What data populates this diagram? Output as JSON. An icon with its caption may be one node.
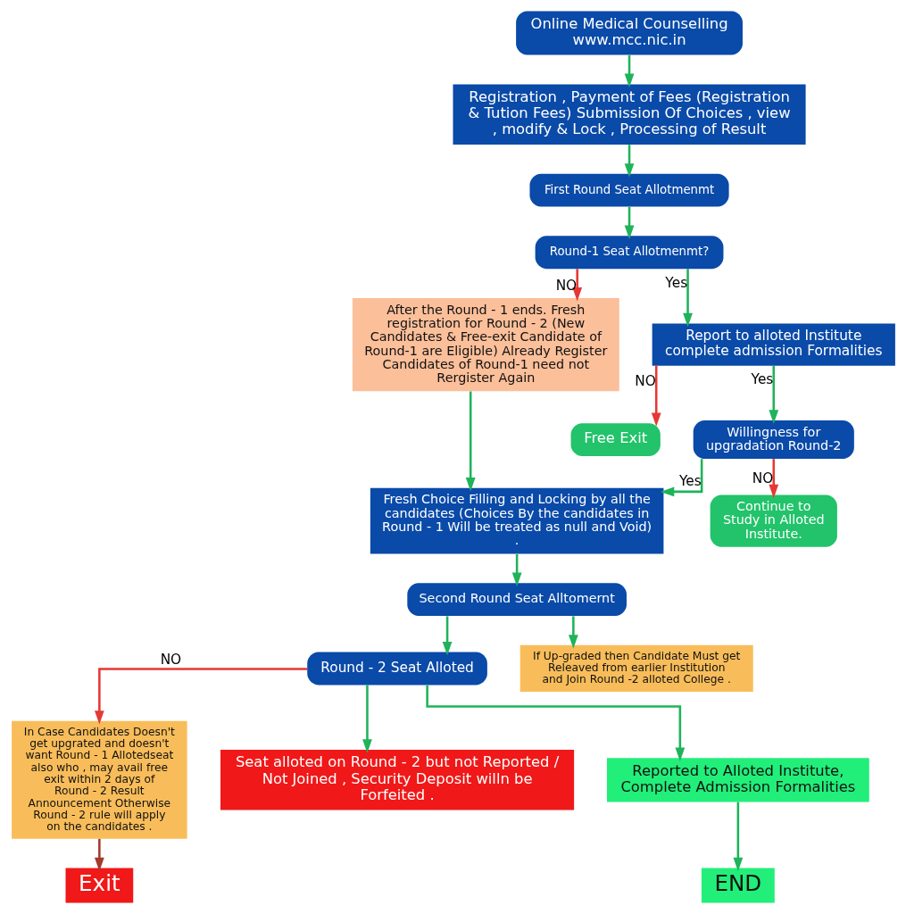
{
  "diagram": {
    "nodes": [
      {
        "text": [
          "Online Medical Counselling www.mcc.nic.in"
        ]
      },
      {
        "text": [
          "Registration , Payment of Fees (Registration & Tution Fees) Submission Of Choices , view , modify & Lock , Processing of Result"
        ]
      },
      {
        "text": [
          "First Round Seat Allotmenmt"
        ]
      },
      {
        "text": [
          "Round-1 Seat Allotmenmt?"
        ]
      },
      {
        "text": [
          "After the Round - 1 ends. Fresh registration for Round - 2 (New Candidates & Free-exit Candidate of Round-1 are Eligible) Already Register Candidates of Round-1 need not Rergister Again"
        ]
      },
      {
        "text": [
          "Report to alloted Institute complete admission Formalities"
        ]
      },
      {
        "text": [
          "Free Exit"
        ]
      },
      {
        "text": [
          "Willingness for upgradation Round-2"
        ]
      },
      {
        "text": [
          "Continue to Study in Alloted Institute."
        ]
      },
      {
        "text": [
          "Fresh Choice Filling and Locking by all the candidates (Choices By the candidates in Round - 1 Will be treated as null and Void) ."
        ]
      },
      {
        "text": [
          "Second Round Seat Alltomernt"
        ]
      },
      {
        "text": [
          "Round - 2 Seat Alloted"
        ]
      },
      {
        "text": [
          "If Up-graded then Candidate Must get Releaved from earlier Institution and Join Round -2 alloted College ."
        ]
      },
      {
        "text": [
          "In Case Candidates Doesn't get upgrated and doesn't want Round - 1 Allotedseat also who , may avail free exit within 2 days of Round - 2 Result Announcement Otherwise Round - 2 rule will apply on the candidates ."
        ]
      },
      {
        "text": [
          "Seat alloted on Round - 2 but not Reported / Not Joined , Security Deposit willn be Forfeited ."
        ]
      },
      {
        "text": [
          "Reported to Alloted Institute,",
          "Complete Admission Formalities"
        ]
      },
      {
        "text": [
          "Exit"
        ]
      },
      {
        "text": [
          "END"
        ]
      }
    ],
    "edges": [
      {
        "from": 0,
        "to": 1,
        "arrow": "to"
      },
      {
        "from": 1,
        "to": 2,
        "arrow": "to"
      },
      {
        "from": 2,
        "to": 3,
        "arrow": "to"
      },
      {
        "from": 3,
        "to": 4,
        "arrow": "to",
        "label": "NO",
        "color": "#e53935"
      },
      {
        "from": 3,
        "to": 5,
        "arrow": "to",
        "label": "Yes"
      },
      {
        "from": 5,
        "to": 6,
        "arrow": "to",
        "label": "NO",
        "color": "#e53935"
      },
      {
        "from": 5,
        "to": 7,
        "arrow": "to",
        "label": "Yes"
      },
      {
        "from": 7,
        "to": 8,
        "arrow": "to",
        "label": "NO",
        "color": "#e53935"
      },
      {
        "from": 7,
        "to": 9,
        "arrow": "to",
        "label": "Yes"
      },
      {
        "from": 4,
        "to": 9,
        "arrow": "to"
      },
      {
        "from": 9,
        "to": 10,
        "arrow": "to"
      },
      {
        "from": 10,
        "to": 11,
        "arrow": "to"
      },
      {
        "from": 10,
        "to": 12,
        "arrow": "to"
      },
      {
        "from": 11,
        "to": 13,
        "arrow": "to",
        "label": "NO",
        "color": "#e53935"
      },
      {
        "from": 11,
        "to": 14,
        "arrow": "to"
      },
      {
        "from": 11,
        "to": 15,
        "arrow": "to"
      },
      {
        "from": 13,
        "to": 16,
        "arrow": "to",
        "color": "#a33a2c"
      },
      {
        "from": 15,
        "to": 17,
        "arrow": "to"
      }
    ]
  }
}
